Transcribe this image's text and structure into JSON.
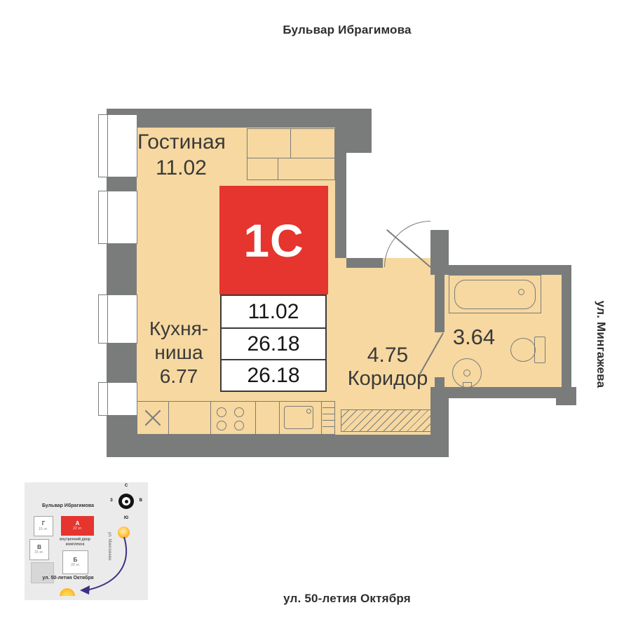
{
  "streets": {
    "top": "Бульвар Ибрагимова",
    "right": "ул. Мингажева",
    "bottom": "ул. 50-летия Октября"
  },
  "unit": {
    "badge": "1С",
    "area_rows": [
      "11.02",
      "26.18",
      "26.18"
    ]
  },
  "rooms": {
    "living": {
      "name": "Гостиная",
      "area": "11.02"
    },
    "kitchen": {
      "name": "Кухня-ниша",
      "area": "6.77"
    },
    "corridor": {
      "name": "Коридор",
      "area": "4.75"
    },
    "bathroom": {
      "area": "3.64"
    }
  },
  "minimap": {
    "street_top": "Бульвар Ибрагимова",
    "street_right": "ул. Мингажева",
    "street_bottom": "ул. 50-летия Октября",
    "courtyard": "внутренний двор комплекса",
    "compass": {
      "n": "С",
      "e": "В",
      "s": "Ю",
      "w": "З"
    },
    "buildings": {
      "g": {
        "label": "Г",
        "floors": "15 эт."
      },
      "v": {
        "label": "В",
        "floors": "15 эт."
      },
      "a": {
        "label": "А",
        "floors": "22 эт."
      },
      "b": {
        "label": "Б",
        "floors": "20 эт."
      }
    }
  },
  "colors": {
    "wall": "#7a7c7c",
    "floor": "#f6d8a0",
    "accent": "#e6342e"
  }
}
